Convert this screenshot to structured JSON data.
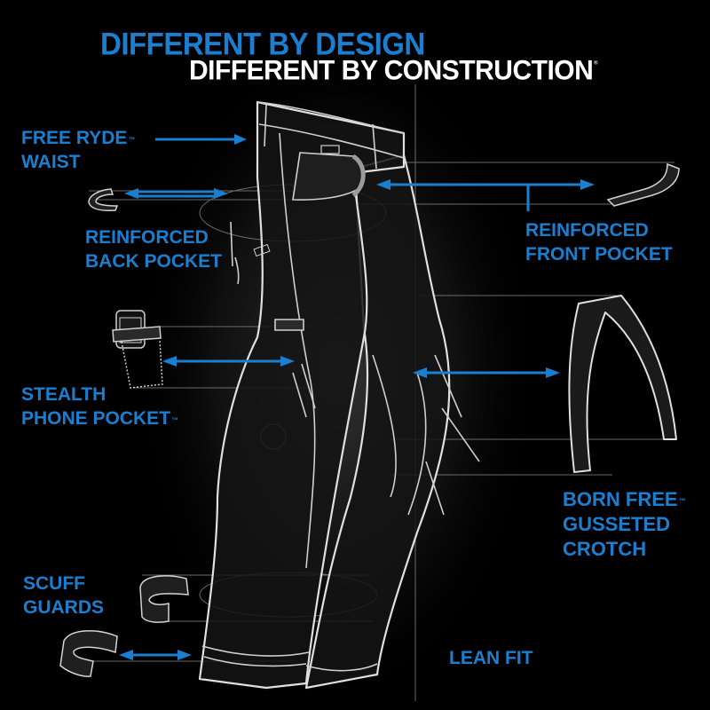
{
  "header": {
    "line1": "DIFFERENT BY DESIGN",
    "line2": "DIFFERENT BY CONSTRUCTION",
    "line2_mark": "®"
  },
  "colors": {
    "accent": "#1a7fd0",
    "background": "#000000",
    "sketch": "#d9d9d9",
    "guide": "#8a8a8a"
  },
  "callouts": {
    "waist": {
      "line1": "FREE RYDE",
      "line1_mark": "™",
      "line2": "WAIST"
    },
    "back_pocket": {
      "line1": "REINFORCED",
      "line2": "BACK POCKET"
    },
    "front_pocket": {
      "line1": "REINFORCED",
      "line2": "FRONT POCKET"
    },
    "phone_pocket": {
      "line1": "STEALTH",
      "line2": "PHONE POCKET",
      "line2_mark": "™"
    },
    "crotch": {
      "line1": "BORN FREE",
      "line1_mark": "™",
      "line2": "GUSSETED",
      "line3": "CROTCH"
    },
    "scuff": {
      "line1": "SCUFF",
      "line2": "GUARDS"
    },
    "fit": {
      "line1": "LEAN FIT"
    }
  },
  "illustration": {
    "subject": "jeans sketch",
    "icons": [
      "jeans-sketch",
      "back-pocket-piece",
      "front-pocket-piece",
      "phone-pocket-piece",
      "gusset-piece",
      "scuff-guard-piece-upper",
      "scuff-guard-piece-lower"
    ]
  }
}
